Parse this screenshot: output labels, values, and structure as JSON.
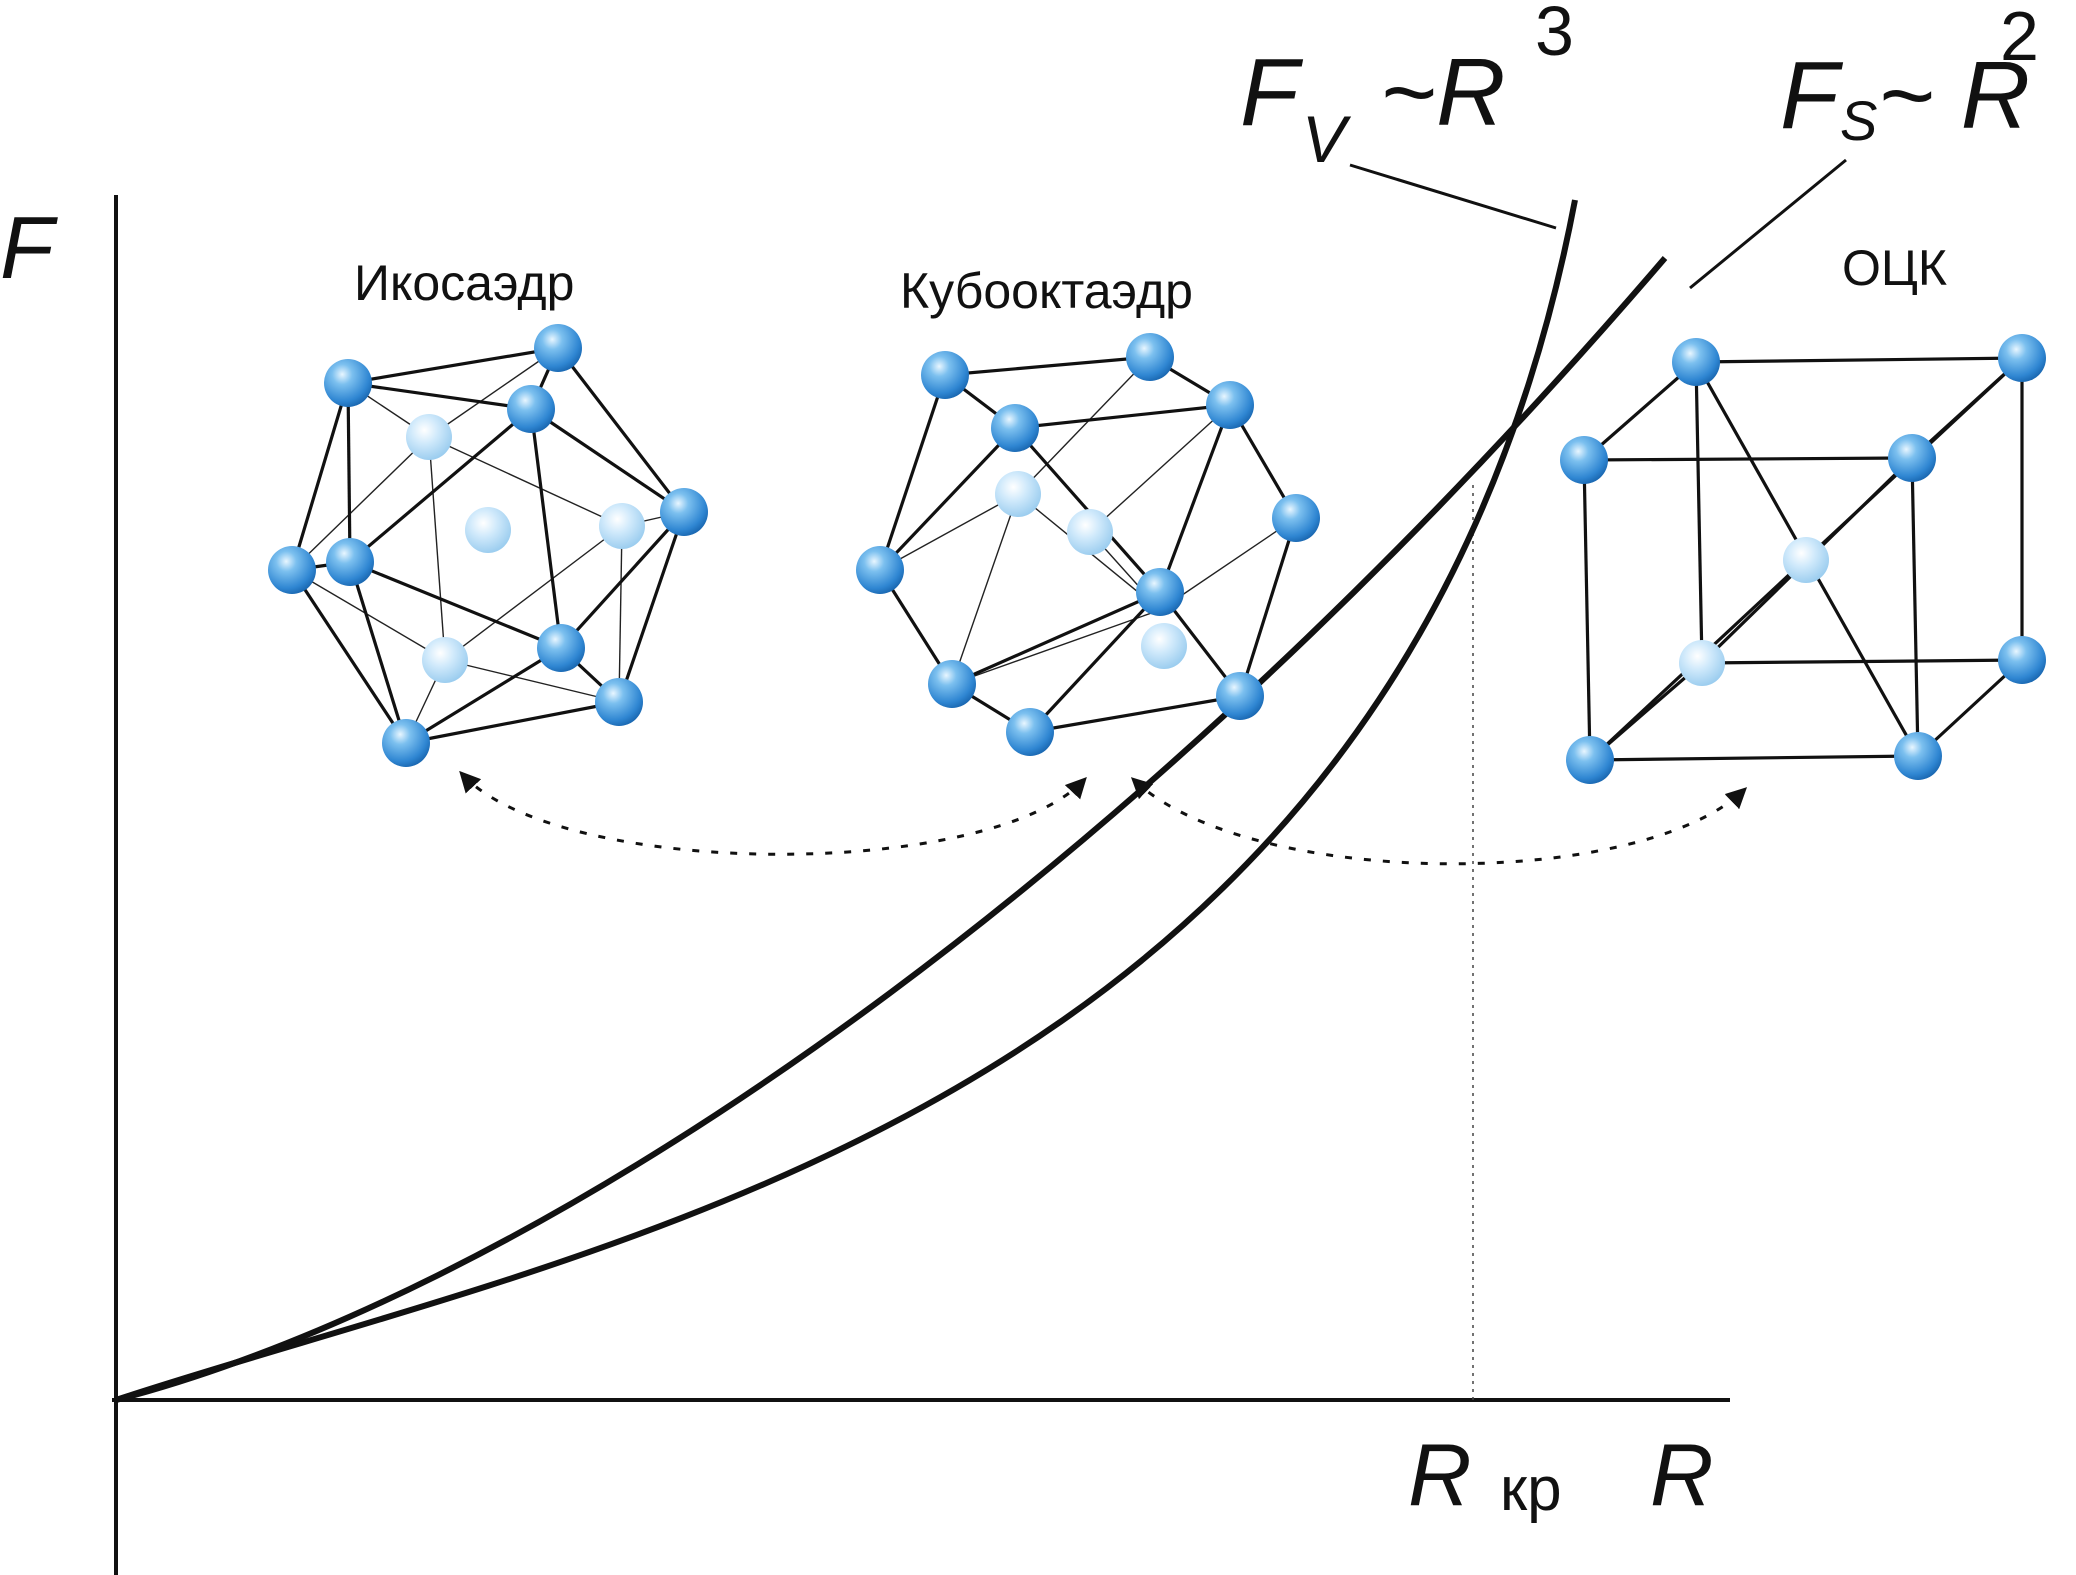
{
  "axes": {
    "y_label": "F",
    "x_label": "R",
    "critical_label_main": "R",
    "critical_label_sub": "кр"
  },
  "curves": {
    "volume": {
      "label_main": "F",
      "label_sub": "V",
      "label_rel": "~R",
      "label_exp": "3"
    },
    "surface": {
      "label_main": "F",
      "label_sub": "S",
      "label_rel": "~ R",
      "label_exp": "2"
    }
  },
  "structures": [
    {
      "name": "Икосаэдр"
    },
    {
      "name": "Кубооктаэдр"
    },
    {
      "name": "ОЦК"
    }
  ],
  "colors": {
    "atom_front": "#3a8fd6",
    "atom_back": "#a9d4f2",
    "line": "#111111"
  }
}
